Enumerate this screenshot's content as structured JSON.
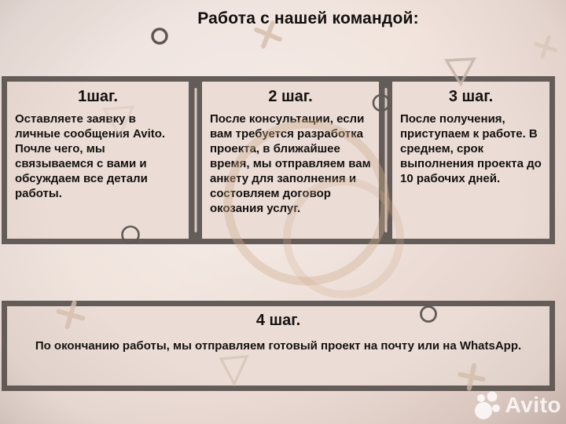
{
  "title": "Работа с нашей командой:",
  "steps": [
    {
      "label": "1шаг.",
      "text": "Оставляете заявку в личные сообщения Avito. Почле чего, мы связываемся с вами и обсуждаем все детали работы."
    },
    {
      "label": "2 шаг.",
      "text": "После консультации, если вам требуется разработка проекта, в ближайшее время, мы отправляем вам анкету для заполнения и состовляем договор окозания услуг."
    },
    {
      "label": "3 шаг.",
      "text": "После получения, приступаем к работе. В среднем, срок выполнения проекта до 10 рабочих дней."
    },
    {
      "label": "4 шаг.",
      "text": "По окончанию работы, мы отправляем готовый проект на почту или на WhatsApp."
    }
  ],
  "watermark": {
    "label": "Avito"
  },
  "colors": {
    "background": "#eee0da",
    "box_fill": "#ebdcd6",
    "border": "#645c58",
    "text": "#14110e",
    "tan_accent": "#d8c2b0",
    "dark_accent": "#5f5955",
    "watermark": "#ffffff"
  },
  "decorations": [
    "circle-doodle",
    "x-doodle",
    "triangle-doodle",
    "big-ring-doodle",
    "avito-logo"
  ]
}
